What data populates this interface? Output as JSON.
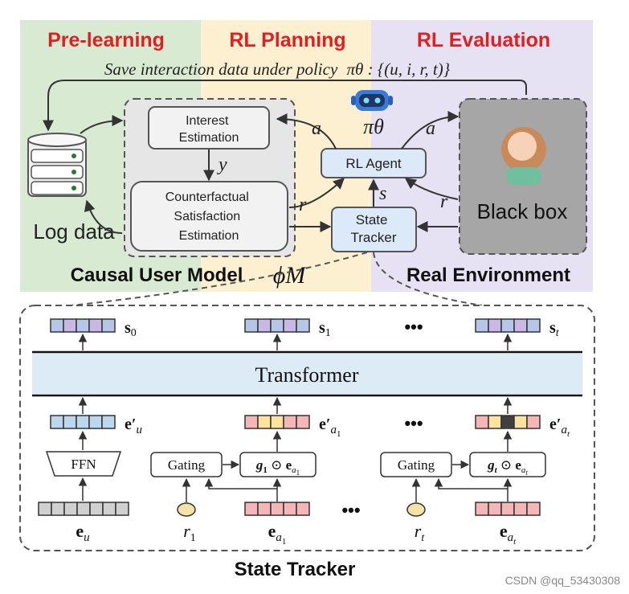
{
  "top": {
    "sections": {
      "pre_learning": "Pre-learning",
      "rl_planning": "RL Planning",
      "rl_evaluation": "RL Evaluation"
    },
    "save_caption": "Save interaction data under policy",
    "policy_symbol": "πθ",
    "tuple_text": ": {(u, i, r, t)}",
    "log_data_label": "Log data",
    "interest_box": [
      "Interest",
      "Estimation"
    ],
    "counterfactual_box": [
      "Counterfactual",
      "Satisfaction",
      "Estimation"
    ],
    "rl_agent": "RL Agent",
    "state_tracker_box": [
      "State",
      "Tracker"
    ],
    "black_box": "Black box",
    "causal_user_model": "Causal User Model",
    "causal_symbol": "ϕM",
    "real_environment": "Real Environment",
    "edge_labels": {
      "y": "y",
      "a_left": "a",
      "a_right": "a",
      "r_left": "r",
      "r_right": "r",
      "s": "s"
    },
    "colors": {
      "pre_learning_bg": "#d9ead3",
      "rl_planning_bg": "#fdf0d0",
      "rl_evaluation_bg": "#e6e2f4",
      "section_title": "#e02020",
      "node_fill": "#dce9f8",
      "user_model_fill": "#e6e6e6",
      "black_box_fill": "#a6a6a6"
    }
  },
  "tracker": {
    "title": "State Tracker",
    "transformer_label": "Transformer",
    "outputs": [
      "s0",
      "s1",
      "st"
    ],
    "embeddings": [
      "e'u",
      "e'a1",
      "e'at"
    ],
    "ffn_label": "FFN",
    "gating_label": "Gating",
    "gated_terms": [
      "g1 ⊙ ea1",
      "gt ⊙ eat"
    ],
    "inputs": [
      "eu",
      "r1",
      "ea1",
      "rt",
      "eat"
    ],
    "ellipsis": "•••",
    "colors": {
      "output_vector": "#b4c7e7",
      "transformer_fill": "#ddebf7",
      "user_vector": "#bdd7ee",
      "item_vector": "#f4b6b6",
      "mixed_vector_highlight": "#fce4a0",
      "reward_fill": "#f4e2a6",
      "raw_user_vector": "#d0d0d0"
    }
  },
  "watermark": "CSDN @qq_53430308"
}
